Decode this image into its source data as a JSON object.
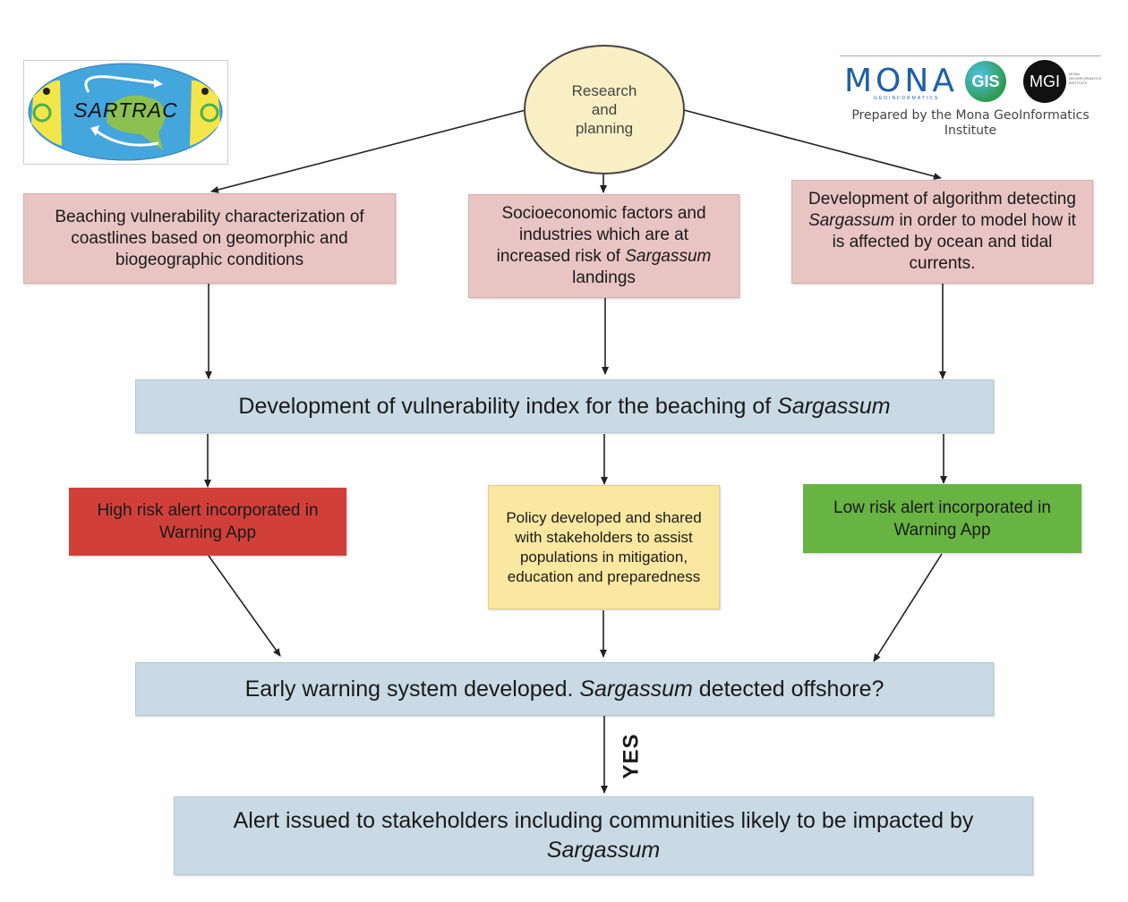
{
  "logos": {
    "left": {
      "name": "SARTRAC"
    },
    "right": {
      "mona": "MONA",
      "mona_sub": "GEOINFORMATICS",
      "gis": "GIS",
      "mgi": "MGI",
      "mgi_sub": "MONA GEOINFORMATICS INSTITUTE",
      "caption_line1": "Prepared by the Mona GeoInformatics",
      "caption_line2": "Institute"
    }
  },
  "nodes": {
    "start": {
      "line1": "Research",
      "line2": "and",
      "line3": "planning"
    },
    "beaching": {
      "text": "Beaching vulnerability characterization of coastlines based on geomorphic and biogeographic conditions"
    },
    "socio": {
      "pre": "Socioeconomic factors and industries which are at increased risk of ",
      "italic": "Sargassum",
      "post": " landings"
    },
    "algorithm": {
      "pre": "Development of algorithm detecting ",
      "italic": "Sargassum",
      "post": " in order to model how it is affected by ocean and tidal currents."
    },
    "index": {
      "pre": "Development of vulnerability index for the beaching of ",
      "italic": "Sargassum",
      "post": ""
    },
    "high_risk": {
      "text": "High risk alert incorporated  in Warning App"
    },
    "policy": {
      "text": "Policy developed and shared with stakeholders to assist populations in mitigation, education and preparedness"
    },
    "low_risk": {
      "text": "Low risk alert incorporated  in Warning App"
    },
    "early_warning": {
      "pre": "Early warning system developed. ",
      "italic": "Sargassum",
      "post": " detected offshore?"
    },
    "alert": {
      "pre": "Alert issued to stakeholders including communities likely to be impacted by ",
      "italic": "Sargassum",
      "post": ""
    }
  },
  "edges": {
    "yes_label": "YES"
  },
  "colors": {
    "pink": "#e8c5c3",
    "blue": "#c9dae5",
    "red": "#d04039",
    "yellow": "#fbe8a0",
    "green": "#68b443",
    "ellipse": "#f9efc4"
  }
}
